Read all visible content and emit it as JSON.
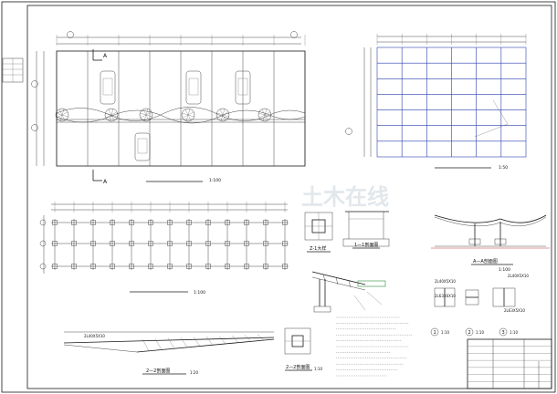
{
  "views": {
    "carport_plan": {
      "scale": "1:100"
    },
    "frame_plan": {
      "scale": "1:50"
    },
    "foundation_plan": {
      "scale": "1:100"
    },
    "section_aa": {
      "label": "A—A剖面图",
      "scale": "1:100"
    },
    "section_11": {
      "label": "1—1剖面图"
    },
    "section_22a": {
      "label": "2—2剖面图",
      "scale": "1:20"
    },
    "section_22b": {
      "label": "2—2剖面图",
      "scale": "1:10"
    },
    "detail_z1": {
      "label": "Z-1大样"
    }
  },
  "axis_labels": {
    "cut_markers": [
      "A",
      "A"
    ]
  },
  "member_tags": [
    "2L40X5X10",
    "2L40X5X10",
    "2L63X6X10",
    "2L63X5X10",
    "2L40X5X10"
  ],
  "detail_bubbles": [
    "1",
    "2",
    "3"
  ],
  "detail_scales": [
    "1:10",
    "1:10",
    "1:10"
  ],
  "title_block": {
    "rows": 7
  },
  "watermark": "土木在线"
}
